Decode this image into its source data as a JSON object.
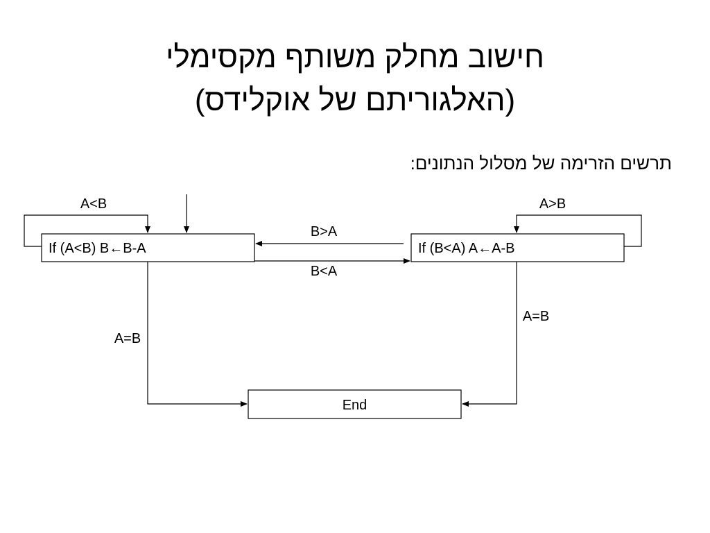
{
  "slide": {
    "title_line1": "חישוב מחלק משותף מקסימלי",
    "title_line2": "(האלגוריתם של אוקלידס)",
    "subtitle": "תרשים הזרימה של מסלול הנתונים:"
  },
  "flowchart": {
    "nodes": {
      "left": "If (A<B) B←B-A",
      "right": "If (B<A) A←A-B",
      "end": "End"
    },
    "edges": {
      "left_self_loop": "A<B",
      "right_self_loop": "A>B",
      "right_to_left": "B>A",
      "left_to_right": "B<A",
      "left_to_end": "A=B",
      "right_to_end": "A=B"
    }
  }
}
